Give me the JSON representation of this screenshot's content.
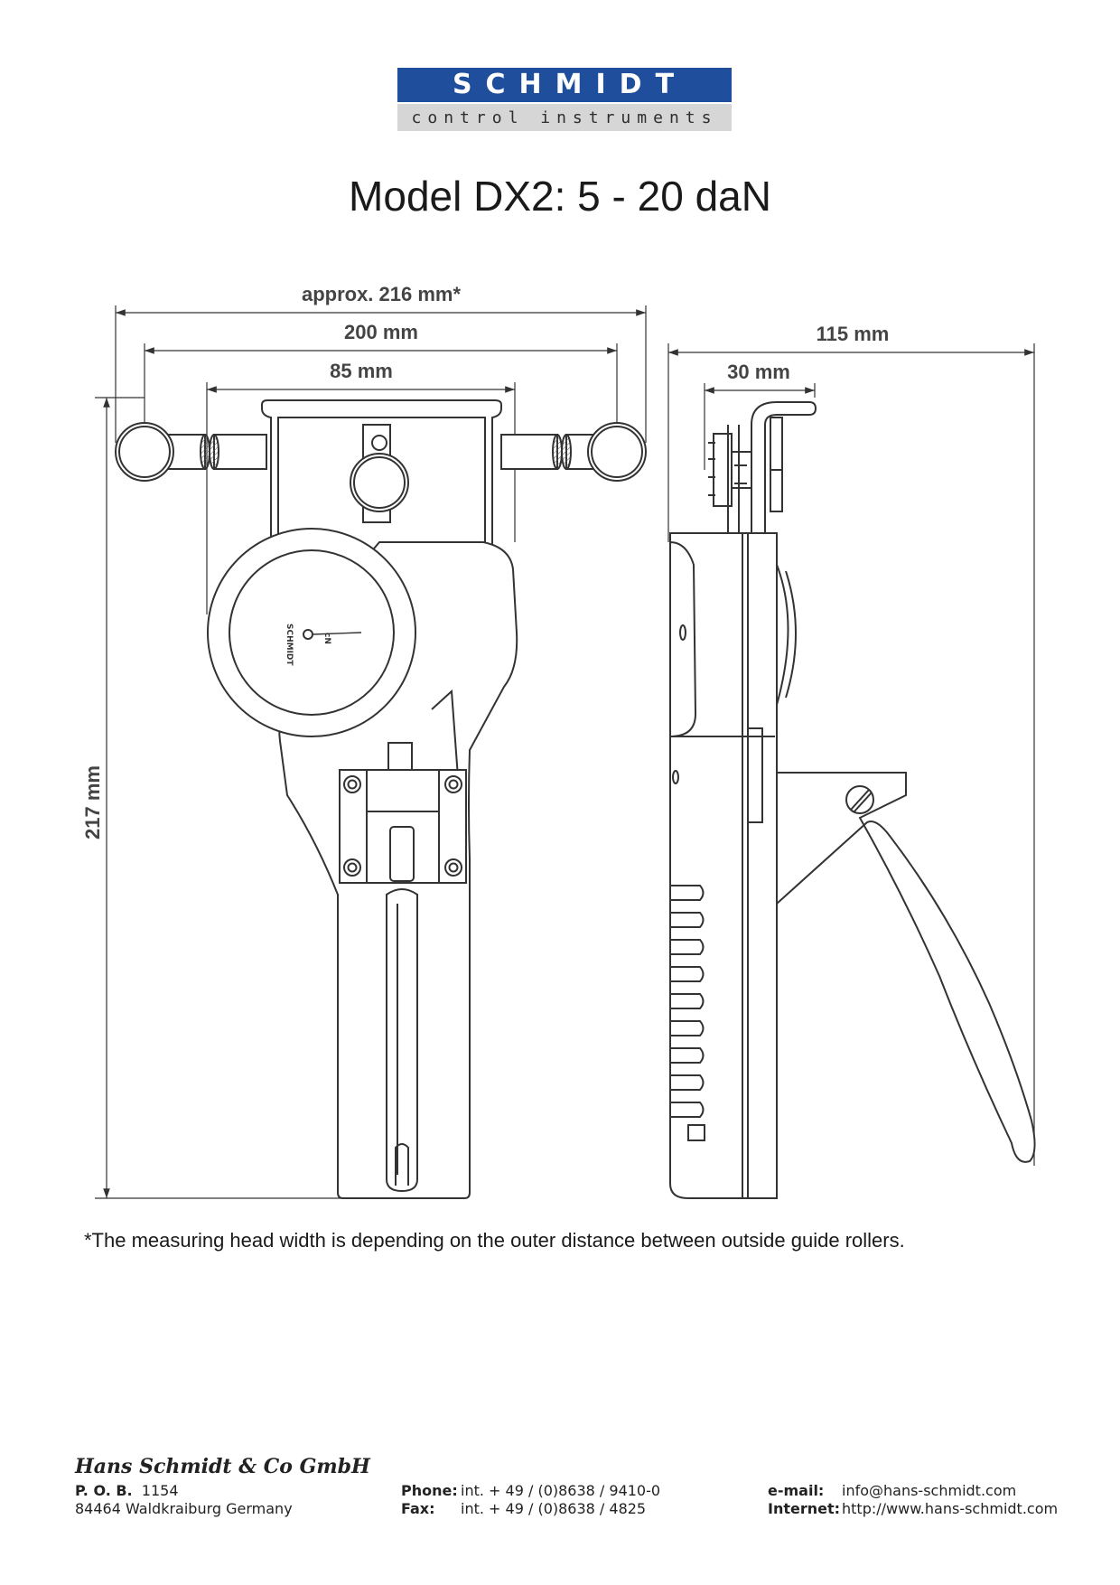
{
  "logo": {
    "brand": "SCHMIDT",
    "tagline": "control instruments"
  },
  "title": "Model DX2: 5 - 20 daN",
  "dimensions": {
    "overall_width": "approx. 216 mm*",
    "roller_span": "200 mm",
    "bracket_width": "85 mm",
    "height": "217 mm",
    "depth": "115 mm",
    "head_depth": "30 mm"
  },
  "dial": {
    "brand": "SCHMIDT",
    "unit": "cN"
  },
  "note": "*The measuring head width is depending on the outer distance between outside guide rollers.",
  "footer": {
    "company": "Hans Schmidt & Co GmbH",
    "pob_label": "P. O. B.",
    "pob_value": "1154",
    "address": "84464 Waldkraiburg Germany",
    "phone_label": "Phone:",
    "phone_value": "int. + 49 / (0)8638 / 9410-0",
    "fax_label": "Fax:",
    "fax_value": "int. + 49 / (0)8638 / 4825",
    "email_label": "e-mail:",
    "email_value": "info@hans-schmidt.com",
    "internet_label": "Internet:",
    "internet_value": "http://www.hans-schmidt.com"
  }
}
